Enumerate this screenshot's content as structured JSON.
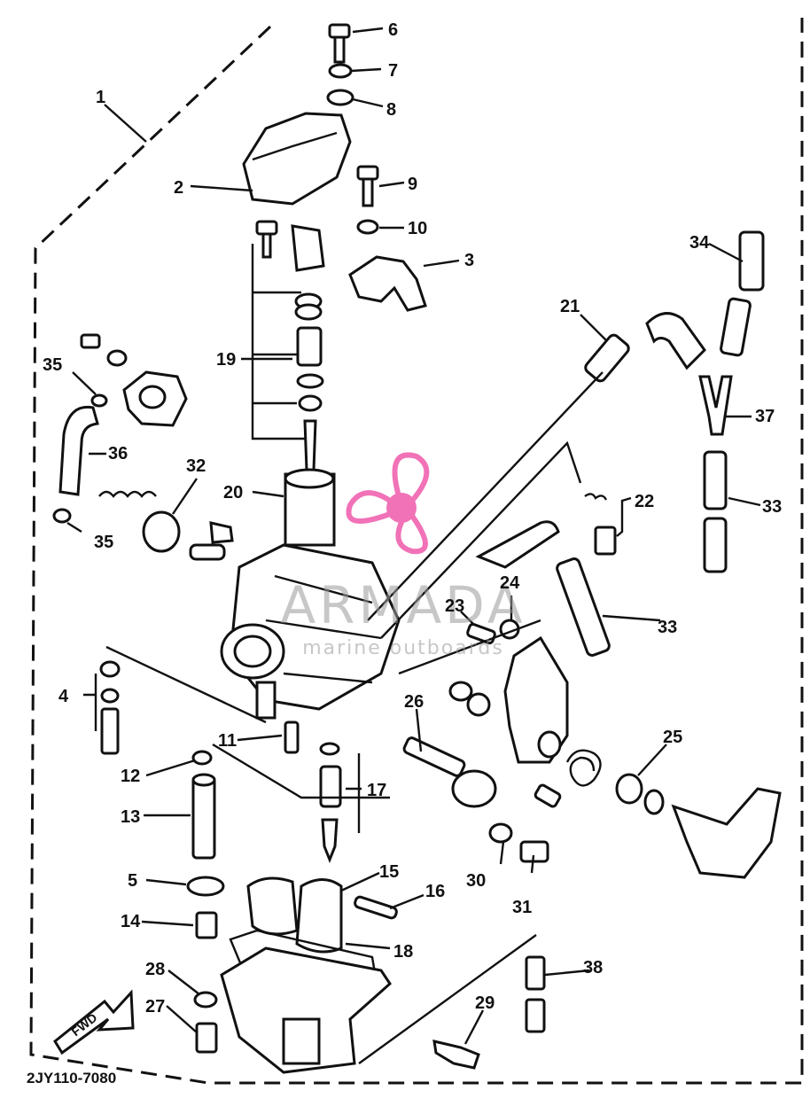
{
  "diagram": {
    "drawing_code": "2JY110-7080",
    "direction_arrow_label": "FWD",
    "part_callouts": [
      "1",
      "2",
      "3",
      "4",
      "5",
      "6",
      "7",
      "8",
      "9",
      "10",
      "11",
      "12",
      "13",
      "14",
      "15",
      "16",
      "17",
      "18",
      "19",
      "20",
      "21",
      "22",
      "23",
      "24",
      "25",
      "26",
      "27",
      "28",
      "29",
      "30",
      "31",
      "32",
      "33",
      "33",
      "34",
      "35",
      "35",
      "36",
      "37",
      "38"
    ]
  },
  "watermark": {
    "name": "ARMADA",
    "tagline": "marine outboards",
    "accent_color": "#e6007e"
  }
}
